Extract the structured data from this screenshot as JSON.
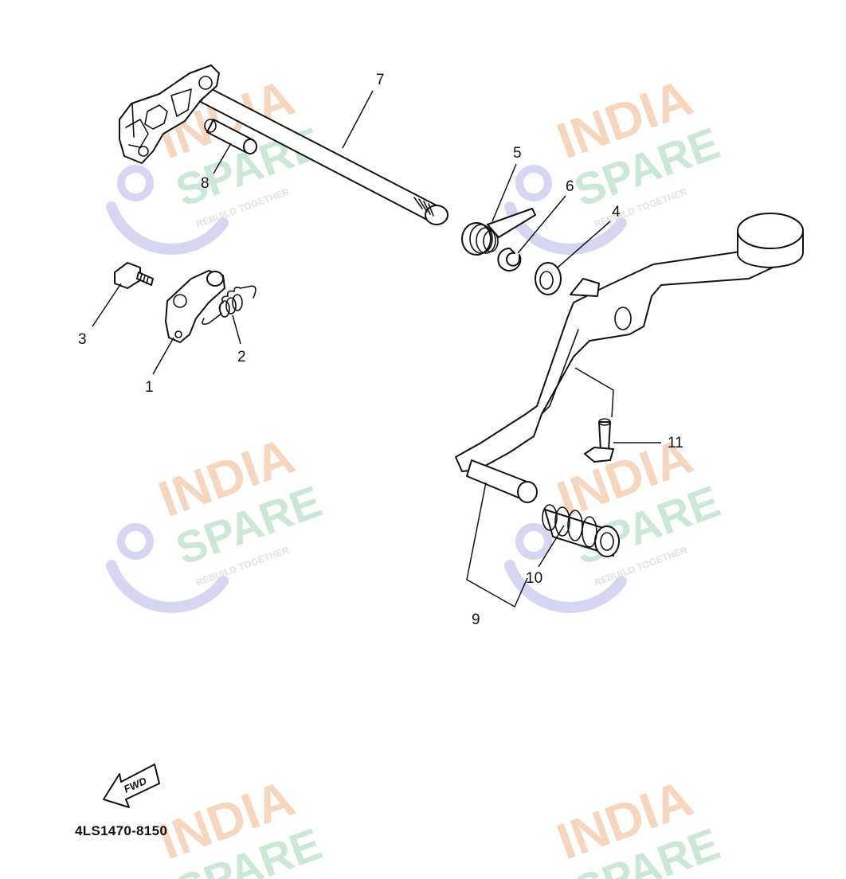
{
  "diagram": {
    "catalog_code": "4LS1470-8150",
    "fwd_label": "FWD",
    "callouts": {
      "p1": "1",
      "p2": "2",
      "p3": "3",
      "p4": "4",
      "p5": "5",
      "p6": "6",
      "p7": "7",
      "p8": "8",
      "p9": "9",
      "p10": "10",
      "p11": "11"
    }
  },
  "watermark": {
    "line1": "INDIA",
    "line2": "SPARE",
    "tagline": "REBUILD TOGETHER",
    "color_primary": "#f3c9a6",
    "color_secondary": "#b9e0c9",
    "color_icon": "#c9c8ee"
  }
}
